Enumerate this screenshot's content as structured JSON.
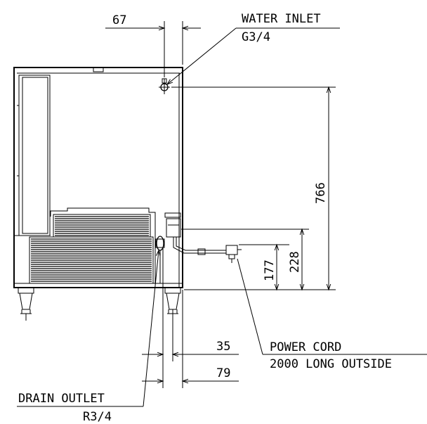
{
  "labels": {
    "water_inlet": "WATER INLET",
    "water_inlet_size": "G3/4",
    "power_cord": "POWER CORD",
    "power_cord_length": "2000 LONG OUTSIDE",
    "drain_outlet": "DRAIN OUTLET",
    "drain_outlet_size": "R3/4"
  },
  "dimensions": {
    "inlet_offset": "67",
    "height_to_inlet": "766",
    "cord_height_low": "177",
    "cord_height_high": "228",
    "drain_offset_near": "35",
    "drain_offset_far": "79"
  }
}
